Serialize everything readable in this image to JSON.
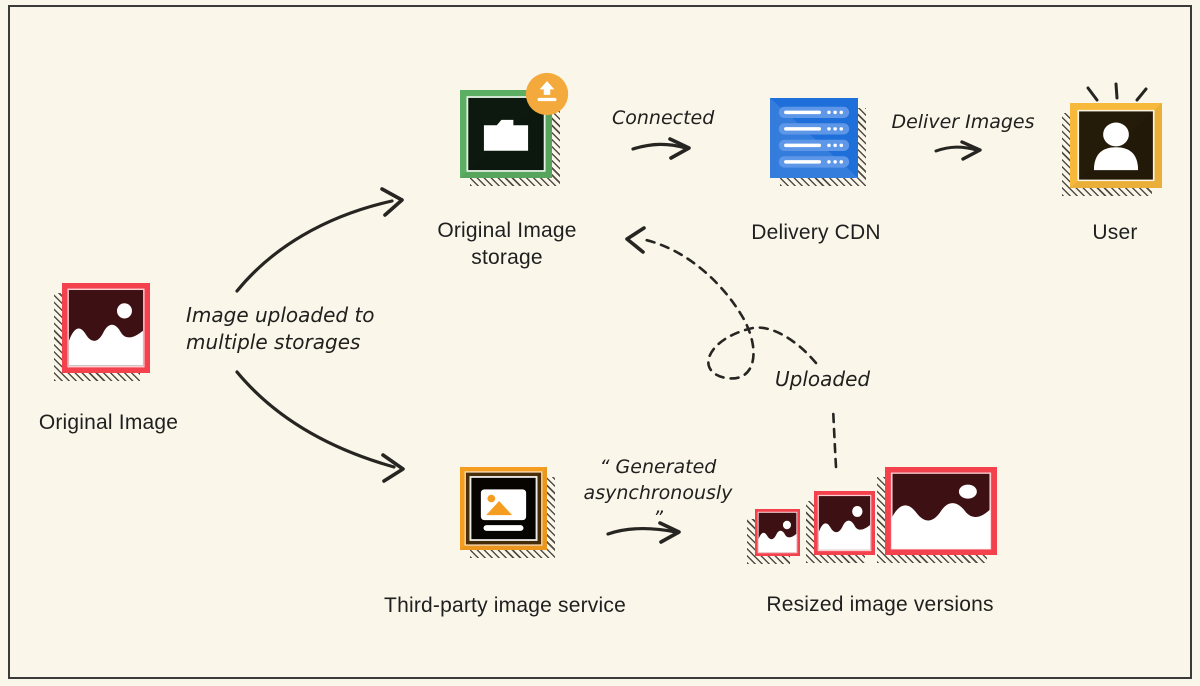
{
  "colors": {
    "background": "#FAF6EA",
    "frame_border": "#3B3B3B",
    "ink": "#222222",
    "image_red": "#F4414E",
    "storage_green": "#5CAE63",
    "upload_badge_orange": "#F3A93C",
    "cdn_blue": "#1E6FD9",
    "cdn_row_blue": "#5E97E8",
    "user_yellow": "#F6B93B",
    "service_orange": "#F59D21"
  },
  "nodes": {
    "original_image": {
      "label": "Original Image",
      "icon": "image-icon"
    },
    "original_image_storage": {
      "label": "Original Image storage",
      "icon": "folder-upload-icon"
    },
    "delivery_cdn": {
      "label": "Delivery CDN",
      "icon": "server-icon"
    },
    "user": {
      "label": "User",
      "icon": "user-icon"
    },
    "third_party_image_service": {
      "label": "Third-party image service",
      "icon": "image-frame-icon"
    },
    "resized_image_versions": {
      "label": "Resized image versions",
      "icon": "image-sizes-icon"
    }
  },
  "edges": {
    "fork": {
      "label": "Image uploaded to multiple storages",
      "style": "solid-curved-split"
    },
    "connected": {
      "label": "Connected",
      "style": "solid-arrow"
    },
    "deliver_images": {
      "label": "Deliver Images",
      "style": "solid-arrow"
    },
    "generated_async": {
      "label": "“ Generated asynchronously ”",
      "style": "solid-arrow"
    },
    "uploaded": {
      "label": "Uploaded",
      "style": "dashed-loop-arrow"
    }
  }
}
